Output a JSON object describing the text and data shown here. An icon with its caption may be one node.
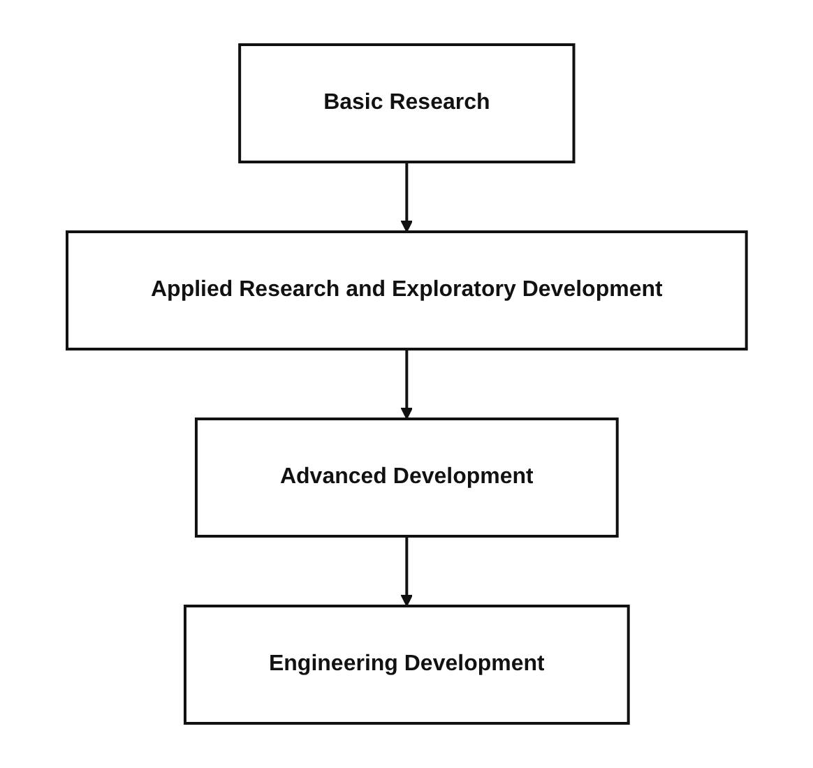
{
  "diagram": {
    "nodes": [
      {
        "text": [
          "Basic Research"
        ]
      },
      {
        "text": [
          "Applied Research and Exploratory Development"
        ]
      },
      {
        "text": [
          "Advanced Development"
        ]
      },
      {
        "text": [
          "Engineering Development"
        ]
      }
    ],
    "edges": [
      {
        "from": 0,
        "to": 1,
        "arrow": "to"
      },
      {
        "from": 1,
        "to": 2,
        "arrow": "to"
      },
      {
        "from": 2,
        "to": 3,
        "arrow": "to"
      }
    ]
  }
}
